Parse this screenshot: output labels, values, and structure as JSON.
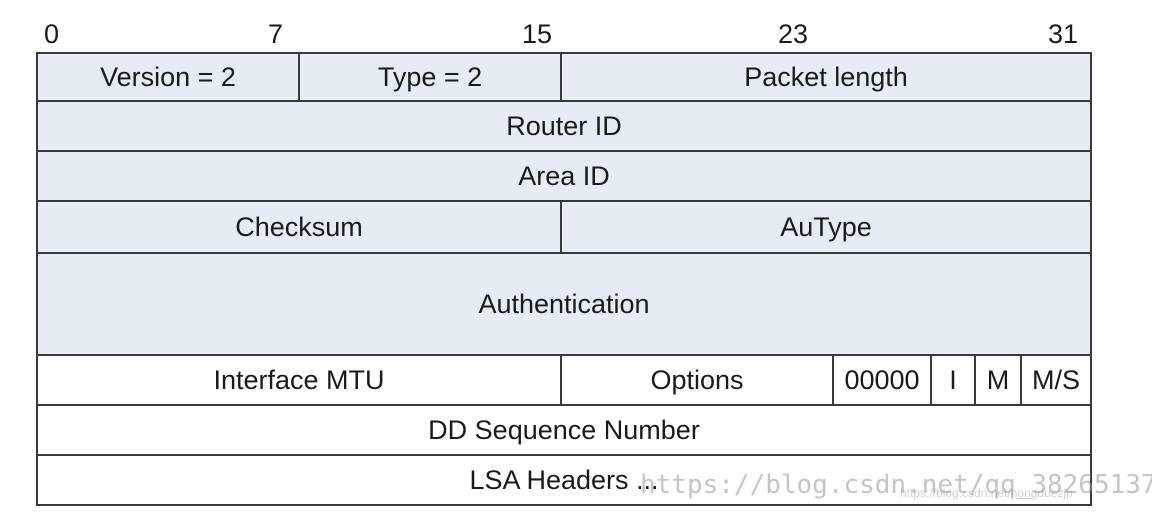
{
  "bit_positions": [
    "0",
    "7",
    "15",
    "23",
    "31"
  ],
  "rows": {
    "row1": {
      "version": "Version = 2",
      "type": "Type = 2",
      "packet_length": "Packet length"
    },
    "router_id": "Router ID",
    "area_id": "Area ID",
    "row4": {
      "checksum": "Checksum",
      "autype": "AuType"
    },
    "authentication": "Authentication",
    "row6": {
      "interface_mtu": "Interface MTU",
      "options": "Options",
      "reserved": "00000",
      "i_flag": "I",
      "m_flag": "M",
      "ms_flag": "M/S"
    },
    "dd_sequence_number": "DD Sequence Number",
    "lsa_headers": "LSA Headers ..."
  },
  "watermark": {
    "text": "https://blog.csdn.net/qq_38265137",
    "small_text": "https://blog.csdn.net/hongduezjp"
  },
  "colors": {
    "shaded_fill": "#e6ecf4",
    "border": "#3a3a3a"
  }
}
